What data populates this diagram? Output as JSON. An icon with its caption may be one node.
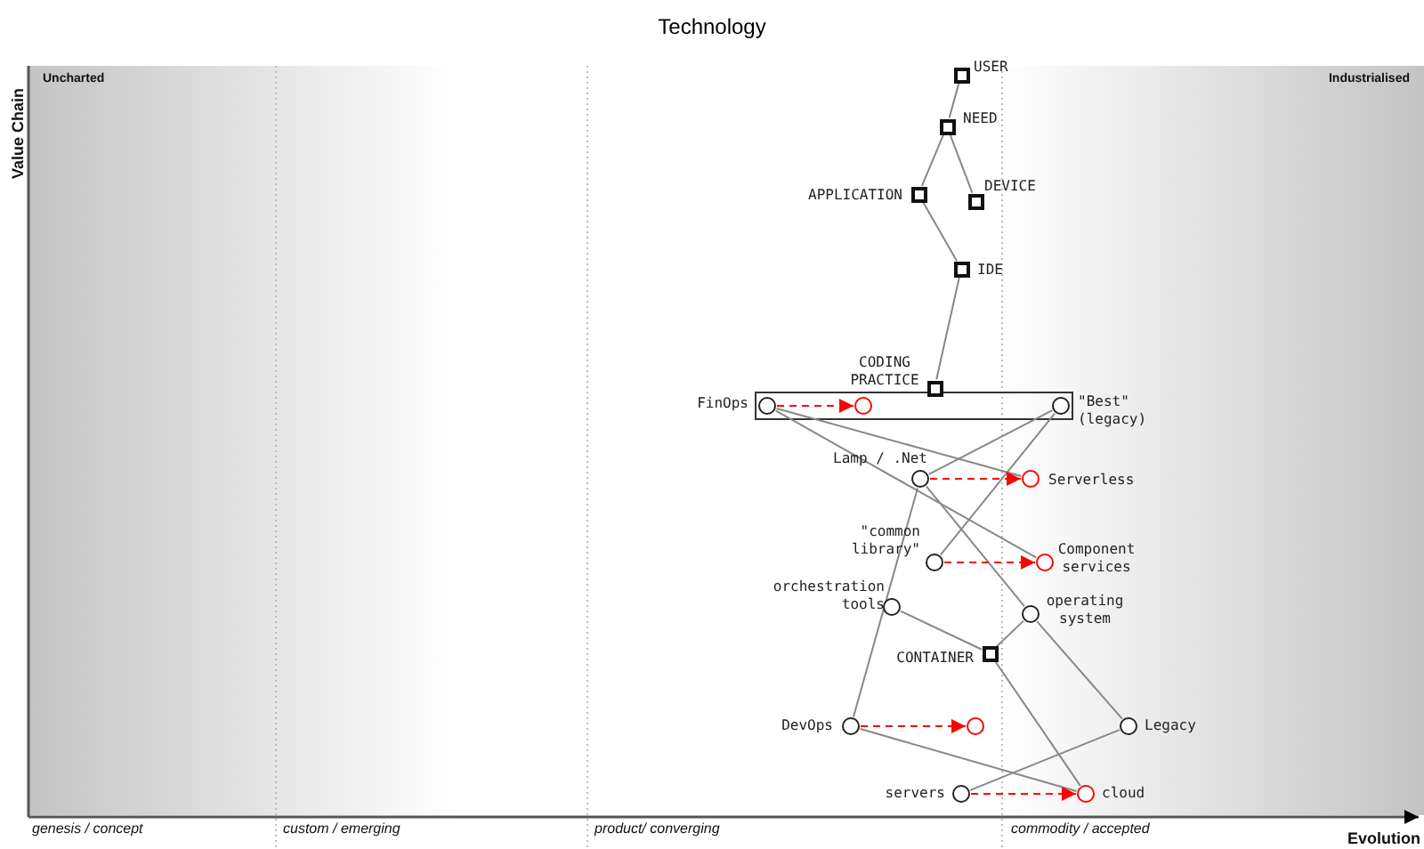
{
  "diagram": {
    "title": "Technology",
    "nodes": [
      {
        "text": [
          "USER"
        ]
      },
      {
        "text": [
          "NEED"
        ]
      },
      {
        "text": [
          "APPLICATION"
        ]
      },
      {
        "text": [
          "DEVICE"
        ]
      },
      {
        "text": [
          "IDE"
        ]
      },
      {
        "text": [
          "CODING PRACTICE"
        ]
      },
      {
        "text": [],
        "shape": "box"
      },
      {
        "text": [
          "FinOps"
        ],
        "in": 6
      },
      {
        "text": [],
        "shape": "circle",
        "in": 6
      },
      {
        "text": [
          "\"Best\" (legacy)"
        ],
        "in": 6
      },
      {
        "text": [
          "Lamp / .Net"
        ]
      },
      {
        "text": [
          "Serverless"
        ]
      },
      {
        "text": [
          "\"common library\""
        ]
      },
      {
        "text": [
          "Component services"
        ]
      },
      {
        "text": [
          "orchestration tools"
        ]
      },
      {
        "text": [
          "operating system"
        ]
      },
      {
        "text": [
          "CONTAINER"
        ]
      },
      {
        "text": [
          "DevOps"
        ]
      },
      {
        "text": [],
        "shape": "circle"
      },
      {
        "text": [
          "Legacy"
        ]
      },
      {
        "text": [
          "servers"
        ]
      },
      {
        "text": [
          "cloud"
        ]
      }
    ],
    "edges": [
      {
        "from": 0,
        "to": 1,
        "arrow": "none"
      },
      {
        "from": 1,
        "to": 2,
        "arrow": "none"
      },
      {
        "from": 1,
        "to": 3,
        "arrow": "none"
      },
      {
        "from": 2,
        "to": 4,
        "arrow": "none"
      },
      {
        "from": 4,
        "to": 5,
        "arrow": "none"
      },
      {
        "from": 7,
        "to": 8,
        "arrow": "to",
        "style": "dashed",
        "color": "#ff0000"
      },
      {
        "from": 7,
        "to": 11,
        "arrow": "none"
      },
      {
        "from": 7,
        "to": 13,
        "arrow": "none"
      },
      {
        "from": 9,
        "to": 10,
        "arrow": "none"
      },
      {
        "from": 9,
        "to": 12,
        "arrow": "none"
      },
      {
        "from": 10,
        "to": 11,
        "arrow": "to",
        "style": "dashed",
        "color": "#ff0000"
      },
      {
        "from": 10,
        "to": 17,
        "arrow": "none"
      },
      {
        "from": 10,
        "to": 15,
        "arrow": "none"
      },
      {
        "from": 12,
        "to": 13,
        "arrow": "to",
        "style": "dashed",
        "color": "#ff0000"
      },
      {
        "from": 14,
        "to": 16,
        "arrow": "none"
      },
      {
        "from": 16,
        "to": 15,
        "arrow": "none"
      },
      {
        "from": 15,
        "to": 19,
        "arrow": "none"
      },
      {
        "from": 16,
        "to": 21,
        "arrow": "none"
      },
      {
        "from": 17,
        "to": 18,
        "arrow": "to",
        "style": "dashed",
        "color": "#ff0000"
      },
      {
        "from": 17,
        "to": 21,
        "arrow": "none"
      },
      {
        "from": 20,
        "to": 19,
        "arrow": "none"
      },
      {
        "from": 20,
        "to": 21,
        "arrow": "to",
        "style": "dashed",
        "color": "#ff0000"
      }
    ],
    "labels": [
      "Value Chain",
      "Uncharted",
      "Industrialised",
      "genesis / concept",
      "custom / emerging",
      "product/ converging",
      "commodity / accepted",
      "Evolution"
    ]
  }
}
